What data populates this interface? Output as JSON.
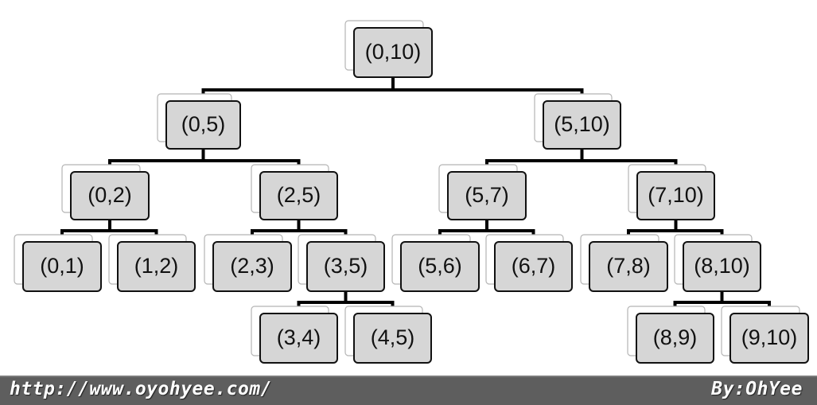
{
  "diagram": {
    "nodes": [
      {
        "id": "n0-10",
        "label": "(0,10)"
      },
      {
        "id": "n0-5",
        "label": "(0,5)"
      },
      {
        "id": "n5-10",
        "label": "(5,10)"
      },
      {
        "id": "n0-2",
        "label": "(0,2)"
      },
      {
        "id": "n2-5",
        "label": "(2,5)"
      },
      {
        "id": "n5-7",
        "label": "(5,7)"
      },
      {
        "id": "n7-10",
        "label": "(7,10)"
      },
      {
        "id": "n0-1",
        "label": "(0,1)"
      },
      {
        "id": "n1-2",
        "label": "(1,2)"
      },
      {
        "id": "n2-3",
        "label": "(2,3)"
      },
      {
        "id": "n3-5",
        "label": "(3,5)"
      },
      {
        "id": "n5-6",
        "label": "(5,6)"
      },
      {
        "id": "n6-7",
        "label": "(6,7)"
      },
      {
        "id": "n7-8",
        "label": "(7,8)"
      },
      {
        "id": "n8-10",
        "label": "(8,10)"
      },
      {
        "id": "n3-4",
        "label": "(3,4)"
      },
      {
        "id": "n4-5",
        "label": "(4,5)"
      },
      {
        "id": "n8-9",
        "label": "(8,9)"
      },
      {
        "id": "n9-10",
        "label": "(9,10)"
      }
    ],
    "edges": [
      {
        "from": "n0-10",
        "to": [
          "n0-5",
          "n5-10"
        ]
      },
      {
        "from": "n0-5",
        "to": [
          "n0-2",
          "n2-5"
        ]
      },
      {
        "from": "n5-10",
        "to": [
          "n5-7",
          "n7-10"
        ]
      },
      {
        "from": "n0-2",
        "to": [
          "n0-1",
          "n1-2"
        ]
      },
      {
        "from": "n2-5",
        "to": [
          "n2-3",
          "n3-5"
        ]
      },
      {
        "from": "n5-7",
        "to": [
          "n5-6",
          "n6-7"
        ]
      },
      {
        "from": "n7-10",
        "to": [
          "n7-8",
          "n8-10"
        ]
      },
      {
        "from": "n3-5",
        "to": [
          "n3-4",
          "n4-5"
        ]
      },
      {
        "from": "n8-10",
        "to": [
          "n8-9",
          "n9-10"
        ]
      }
    ],
    "colors": {
      "node_fill": "#d6d6d6",
      "node_border": "#111111",
      "shadow_fill": "#ffffff",
      "shadow_border": "#b5b5b5",
      "connector": "#000000"
    }
  },
  "footer": {
    "url": "http://www.oyohyee.com/",
    "author": "By:OhYee",
    "background": "#5e5e5e"
  }
}
